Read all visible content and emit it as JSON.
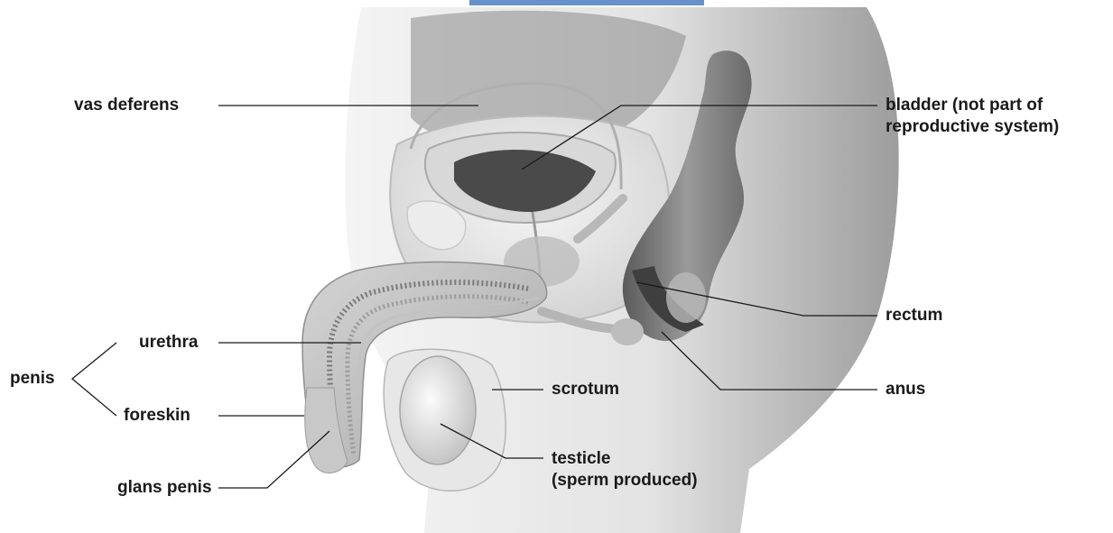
{
  "labels": {
    "vas_deferens": "vas deferens",
    "bladder_line1": "bladder (not part of",
    "bladder_line2": "reproductive system)",
    "rectum": "rectum",
    "urethra": "urethra",
    "penis": "penis",
    "foreskin": "foreskin",
    "scrotum": "scrotum",
    "anus": "anus",
    "testicle_line1": "testicle",
    "testicle_line2": "(sperm produced)",
    "glans_penis": "glans penis"
  },
  "colors": {
    "label_text": "#1a1a1a",
    "leader_line": "#1a1a1a",
    "illustration_gray": "#c8c8c8",
    "title_fragment": "#4a7fc1"
  }
}
